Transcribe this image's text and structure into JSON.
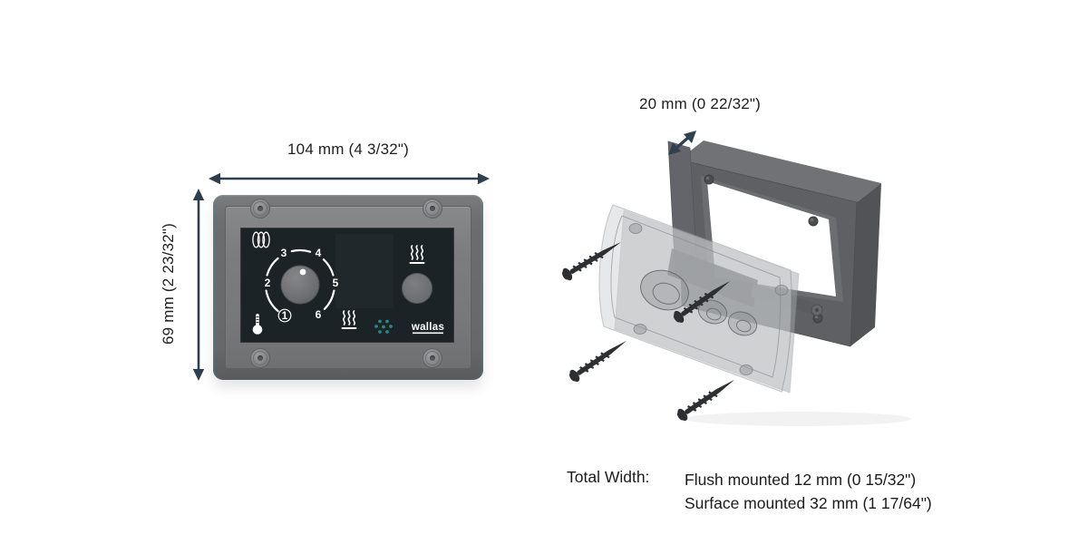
{
  "front_view": {
    "width_dimension": "104 mm (4 3/32\")",
    "height_dimension": "69 mm (2 23/32\")",
    "dial_numbers": [
      "1",
      "2",
      "3",
      "4",
      "5",
      "6"
    ],
    "brand_logo": "wallas",
    "colors": {
      "panel_face": "#1b2326",
      "frame_gray": "#66686a",
      "knob_gray": "#727476",
      "led_teal": "#2a8486",
      "markings_white": "#ffffff"
    }
  },
  "exploded_view": {
    "depth_dimension": "20 mm (0 22/32\")",
    "colors": {
      "frame_dark_gray": "#5e6064",
      "body_translucent_gray": "#c9ccce",
      "screw_black": "#2d2f33"
    }
  },
  "footer": {
    "label": "Total Width:",
    "flush_label": "Flush mounted 12 mm (0 15/32\")",
    "surface_label": "Surface mounted 32 mm (1 17/64\")"
  },
  "dimension_arrow_color": "#2f3e4b"
}
